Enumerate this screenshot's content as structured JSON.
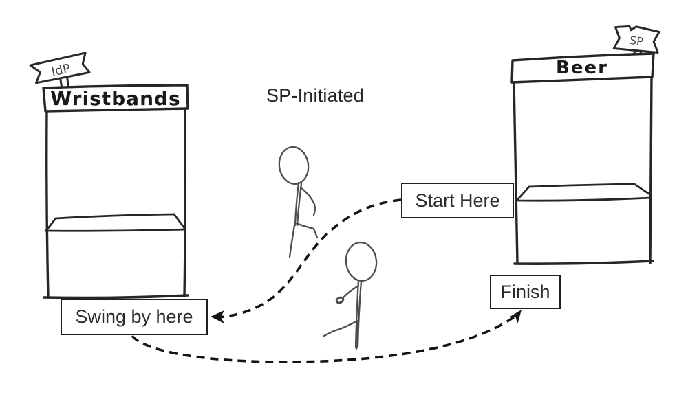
{
  "title": "SP-Initiated",
  "idp_booth": {
    "sign_label": "IdP",
    "banner": "Wristbands"
  },
  "sp_booth": {
    "sign_label": "SP",
    "banner": "Beer"
  },
  "flow_labels": {
    "start": "Start Here",
    "swing_by": "Swing by here",
    "finish": "Finish"
  },
  "colors": {
    "ink": "#262626",
    "figure_ink": "#4d4d4d",
    "background": "#ffffff",
    "label_text": "#2b2b2b"
  }
}
